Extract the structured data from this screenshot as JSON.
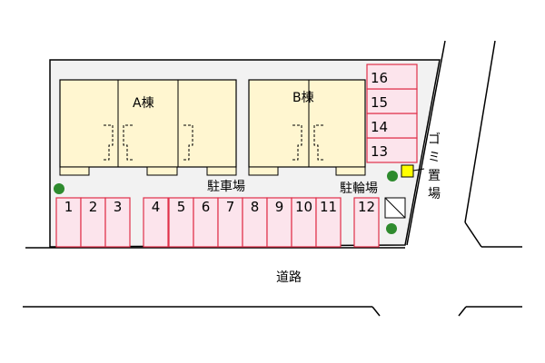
{
  "buildings": [
    {
      "label": "A棟"
    },
    {
      "label": "B棟"
    }
  ],
  "parking": {
    "label": "駐車場",
    "stalls": [
      "1",
      "2",
      "3",
      "4",
      "5",
      "6",
      "7",
      "8",
      "9",
      "10",
      "11",
      "12",
      "13",
      "14",
      "15",
      "16"
    ]
  },
  "bicycle_parking": {
    "label": "駐輪場"
  },
  "garbage_area": {
    "label": "ゴミ置場"
  },
  "road": {
    "label": "道路"
  },
  "colors": {
    "building_fill": "#FFF6D0",
    "lot_fill": "#F2F2F2",
    "stall_fill": "#FCE4EC",
    "stall_stroke": "#E0304A",
    "tree": "#2E8B2E",
    "garbage_fill": "#FFFF00",
    "line": "#000000"
  }
}
